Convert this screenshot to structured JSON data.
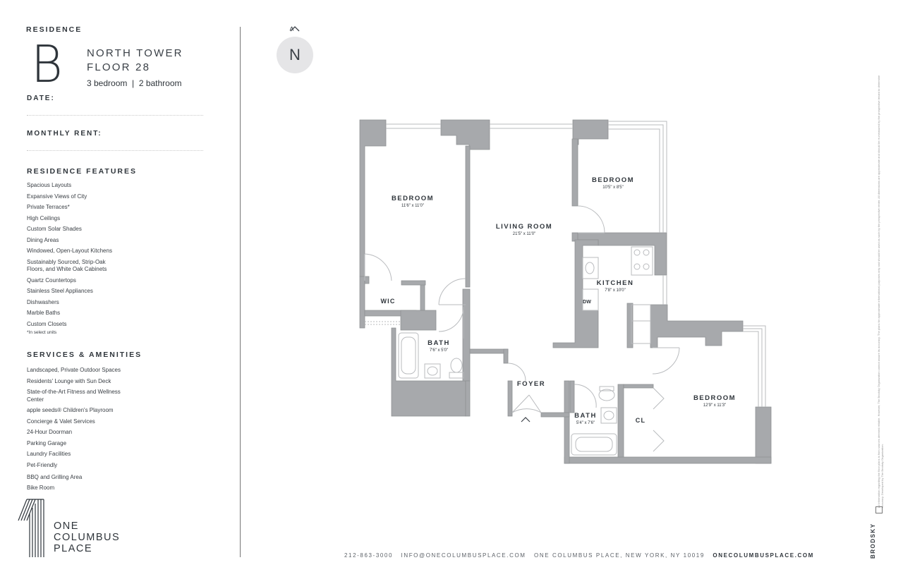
{
  "header": {
    "residence_label": "RESIDENCE",
    "unit_letter": "B",
    "tower_line1": "NORTH TOWER",
    "tower_line2": "FLOOR 28",
    "bed_bath": "3 bedroom  |  2 bathroom",
    "date_label": "DATE:",
    "rent_label": "MONTHLY RENT:"
  },
  "features": {
    "title": "RESIDENCE FEATURES",
    "items": [
      "Spacious Layouts",
      "Expansive Views of City",
      "Private Terraces*",
      "High Ceilings",
      "Custom Solar Shades",
      "Dining Areas",
      "Windowed, Open-Layout Kitchens",
      "Sustainably Sourced, Strip-Oak",
      "Floors, and White Oak Cabinets",
      "Quartz Countertops",
      "Stainless Steel Appliances",
      "Dishwashers",
      "Marble Baths",
      "Custom Closets"
    ],
    "note": "*In select units"
  },
  "services": {
    "title": "SERVICES & AMENITIES",
    "items": [
      "Landscaped, Private Outdoor Spaces",
      "Residents' Lounge with Sun Deck",
      "State-of-the-Art Fitness and Wellness",
      "Center",
      "apple seeds® Children's Playroom",
      "Concierge & Valet Services",
      "24-Hour Doorman",
      "Parking Garage",
      "Laundry Facilities",
      "Pet-Friendly",
      "BBQ and Grilling Area",
      "Bike Room"
    ]
  },
  "logo": {
    "line1": "ONE",
    "line2": "COLUMBUS",
    "line3": "PLACE"
  },
  "compass": {
    "letter": "N"
  },
  "floorplan": {
    "rooms": {
      "bedroom1_name": "BEDROOM",
      "bedroom1_dim": "11'6\" x 11'0\"",
      "living_name": "LIVING ROOM",
      "living_dim": "21'5\" x 11'0\"",
      "bedroom2_name": "BEDROOM",
      "bedroom2_dim": "10'5\" x 8'5\"",
      "kitchen_name": "KITCHEN",
      "kitchen_dim": "7'8\" x 10'0\"",
      "dw": "DW",
      "wic": "WIC",
      "bath1_name": "BATH",
      "bath1_dim": "7'6\" x 5'0\"",
      "foyer": "FOYER",
      "bath2_name": "BATH",
      "bath2_dim": "5'4\" x 7'6\"",
      "cl": "CL",
      "bedroom3_name": "BEDROOM",
      "bedroom3_dim": "12'9\" x 11'3\""
    }
  },
  "footer": {
    "phone": "212-863-3000",
    "email": "INFO@ONECOLUMBUSPLACE.COM",
    "address": "ONE COLUMBUS PLACE, NEW YORK, NY 10019",
    "website": "ONECOLUMBUSPLACE.COM"
  },
  "side": {
    "brand": "BRODSKY",
    "disclaimer": "All information regarding the floor plans is from sources deemed reliable. However, The Brodsky Organization cannot assure its accuracy. The plans for approximate informational purposes only and should be used as such by the prospective renter. All dimensions are approximate and should be re-measured by the prospective tenant to determine accuracy. Developed by The Brodsky Organization."
  },
  "colors": {
    "wall": "#a7a9ac",
    "text": "#2f353b",
    "compass_bg": "#e5e5e7"
  }
}
